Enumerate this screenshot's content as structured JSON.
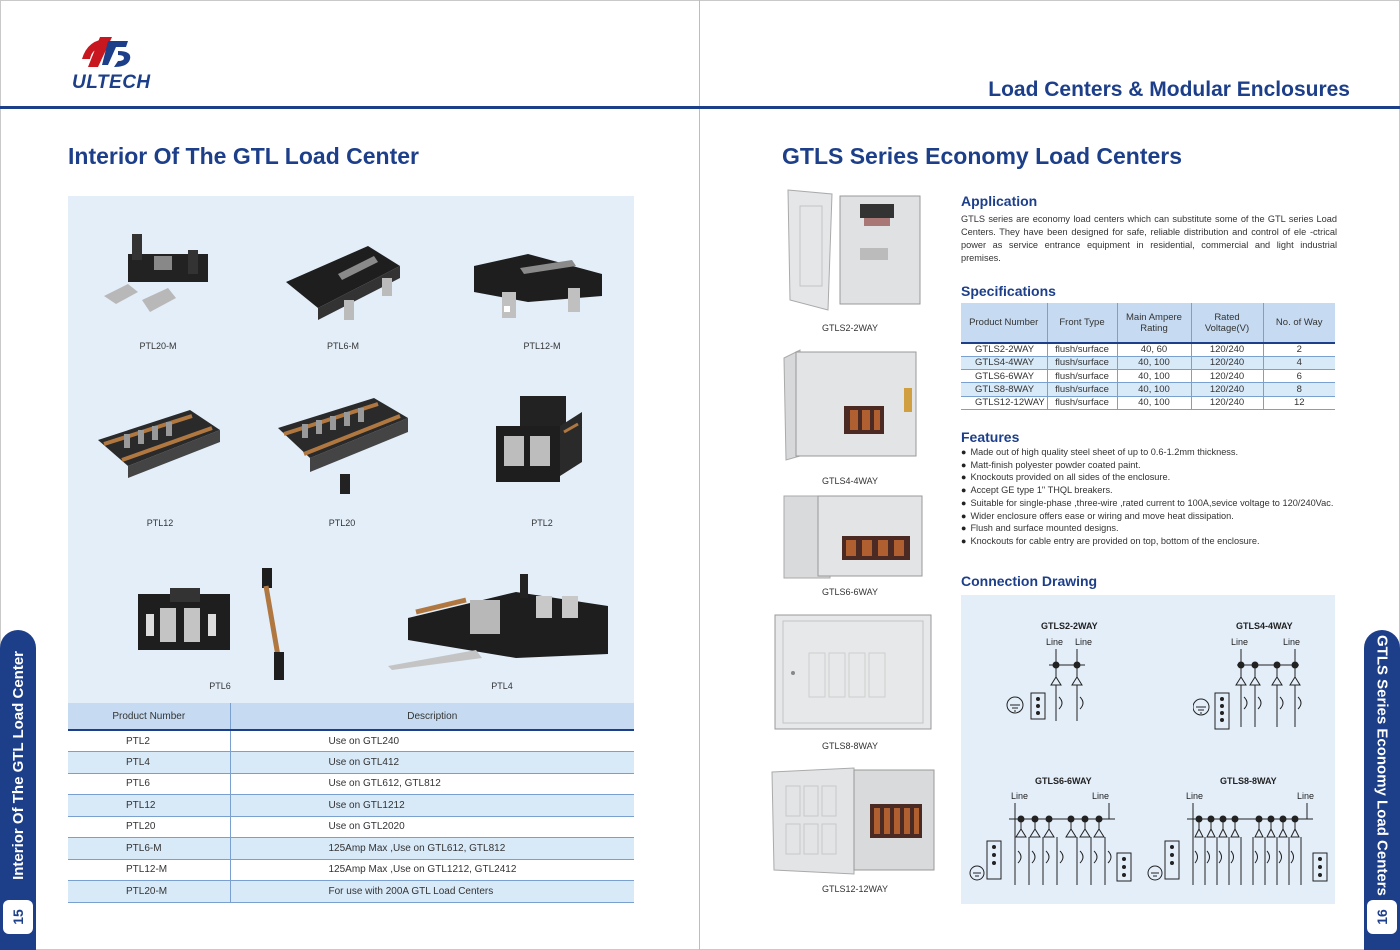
{
  "header": {
    "logo_text": "ULTECH",
    "title": "Load Centers & Modular Enclosures"
  },
  "left_page": {
    "title": "Interior Of The GTL Load Center",
    "products": [
      {
        "label": "PTL20-M"
      },
      {
        "label": "PTL6-M"
      },
      {
        "label": "PTL12-M"
      },
      {
        "label": "PTL12"
      },
      {
        "label": "PTL20"
      },
      {
        "label": "PTL2"
      },
      {
        "label": "PTL6"
      },
      {
        "label": "PTL4"
      }
    ],
    "table": {
      "headers": [
        "Product Number",
        "Description"
      ],
      "rows": [
        [
          "PTL2",
          "Use on GTL240"
        ],
        [
          "PTL4",
          "Use on GTL412"
        ],
        [
          "PTL6",
          "Use on GTL612, GTL812"
        ],
        [
          "PTL12",
          "Use on GTL1212"
        ],
        [
          "PTL20",
          "Use on GTL2020"
        ],
        [
          "PTL6-M",
          "125Amp Max ,Use on GTL612, GTL812"
        ],
        [
          "PTL12-M",
          "125Amp Max ,Use on GTL1212, GTL2412"
        ],
        [
          "PTL20-M",
          "For use with 200A GTL Load Centers"
        ]
      ]
    },
    "side_tab": "Interior Of The GTL Load Center",
    "page_number": "15"
  },
  "right_page": {
    "title": "GTLS Series Economy Load Centers",
    "enclosures": [
      {
        "label": "GTLS2-2WAY"
      },
      {
        "label": "GTLS4-4WAY"
      },
      {
        "label": "GTLS6-6WAY"
      },
      {
        "label": "GTLS8-8WAY"
      },
      {
        "label": "GTLS12-12WAY"
      }
    ],
    "application": {
      "heading": "Application",
      "text": "GTLS series are economy load centers which can substitute some of the GTL series Load Centers. They have been designed for safe, reliable distribution and control of ele -ctrical power as service entrance equipment in residential, commercial and light industrial premises."
    },
    "specifications": {
      "heading": "Specifications",
      "headers": [
        "Product Number",
        "Front Type",
        "Main Ampere Rating",
        "Rated Voltage(V)",
        "No. of Way"
      ],
      "rows": [
        [
          "GTLS2-2WAY",
          "flush/surface",
          "40, 60",
          "120/240",
          "2"
        ],
        [
          "GTLS4-4WAY",
          "flush/surface",
          "40, 100",
          "120/240",
          "4"
        ],
        [
          "GTLS6-6WAY",
          "flush/surface",
          "40, 100",
          "120/240",
          "6"
        ],
        [
          "GTLS8-8WAY",
          "flush/surface",
          "40, 100",
          "120/240",
          "8"
        ],
        [
          "GTLS12-12WAY",
          "flush/surface",
          "40, 100",
          "120/240",
          "12"
        ]
      ]
    },
    "features": {
      "heading": "Features",
      "items": [
        "Made out of high quality steel sheet of up to 0.6-1.2mm thickness.",
        "Matt-finish polyester powder coated paint.",
        "Knockouts provided on all sides of the enclosure.",
        "Accept GE type 1\" THQL breakers.",
        "Suitable for single-phase ,three-wire ,rated current to 100A,sevice voltage to 120/240Vac.",
        "Wider enclosure offers ease or wiring and move heat dissipation.",
        "Flush and surface mounted designs.",
        "Knockouts for cable entry are provided on top, bottom of the enclosure."
      ]
    },
    "connection": {
      "heading": "Connection Drawing",
      "diagrams": [
        {
          "title": "GTLS2-2WAY",
          "line_left": "Line",
          "line_right": "Line"
        },
        {
          "title": "GTLS4-4WAY",
          "line_left": "Line",
          "line_right": "Line"
        },
        {
          "title": "GTLS6-6WAY",
          "line_left": "Line",
          "line_right": "Line"
        },
        {
          "title": "GTLS8-8WAY",
          "line_left": "Line",
          "line_right": "Line"
        }
      ]
    },
    "side_tab": "GTLS Series Economy Load Centers",
    "page_number": "16"
  }
}
